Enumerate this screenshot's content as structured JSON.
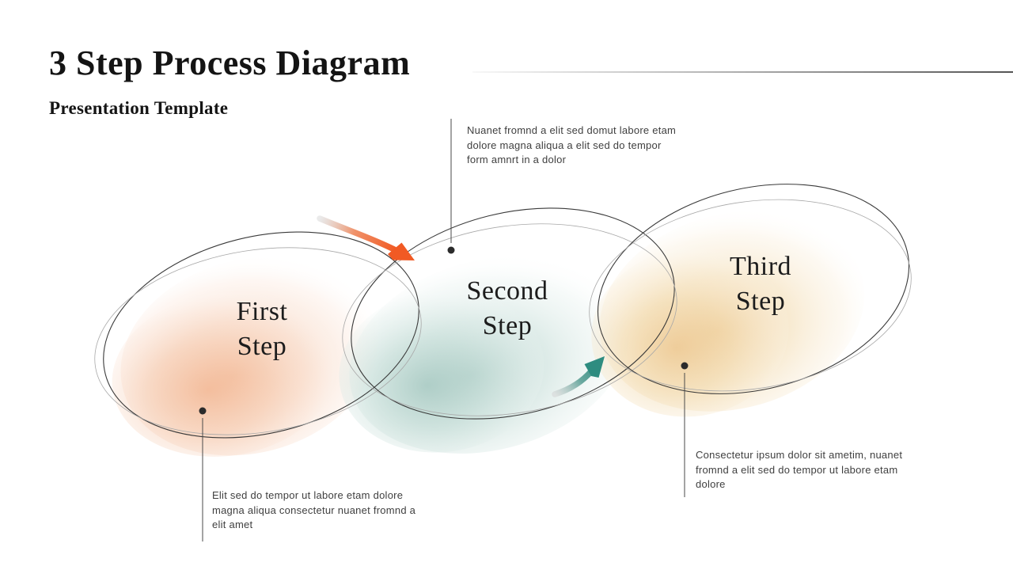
{
  "slide": {
    "title": "3 Step Process Diagram",
    "subtitle": "Presentation Template",
    "background": "#ffffff"
  },
  "steps": [
    {
      "name": "First Step",
      "label_line1": "First",
      "label_line2": "Step",
      "fill_color": "#f5c3a4",
      "callout": {
        "position": "bottom-left",
        "lines": [
          "Elit sed do tempor ut labore etam dolore",
          "magna aliqua consectetur nuanet fromnd a",
          "elit amet"
        ]
      }
    },
    {
      "name": "Second Step",
      "label_line1": "Second",
      "label_line2": "Step",
      "fill_color": "#b8d5cf",
      "callout": {
        "position": "top",
        "lines": [
          "Nuanet fromnd a elit sed domut labore etam",
          "dolore magna aliqua a elit sed do tempor",
          "form amnrt in a dolor"
        ]
      }
    },
    {
      "name": "Third Step",
      "label_line1": "Third",
      "label_line2": "Step",
      "fill_color": "#efd2a0",
      "callout": {
        "position": "bottom-right",
        "lines": [
          "Consectetur ipsum dolor sit ametim, nuanet",
          "fromnd a elit sed do tempor ut labore etam",
          "dolore"
        ]
      }
    }
  ],
  "connectors": [
    {
      "from": "First Step",
      "to": "Second Step",
      "style": "curved-arrow",
      "color": "#f15a24"
    },
    {
      "from": "Second Step",
      "to": "Third Step",
      "style": "curved-arrow",
      "color": "#2e8c80"
    }
  ],
  "colors": {
    "title_text": "#141414",
    "step_label_text": "#1c1c1c",
    "callout_text": "#3f3f3f",
    "callout_line": "#4a4a4a",
    "dot": "#2b2b2b",
    "sketch_outline": "#3a3a3a",
    "sketch_outline_light": "#a8a8a8",
    "accent_orange": "#f15a24",
    "accent_teal": "#2e8c80"
  }
}
